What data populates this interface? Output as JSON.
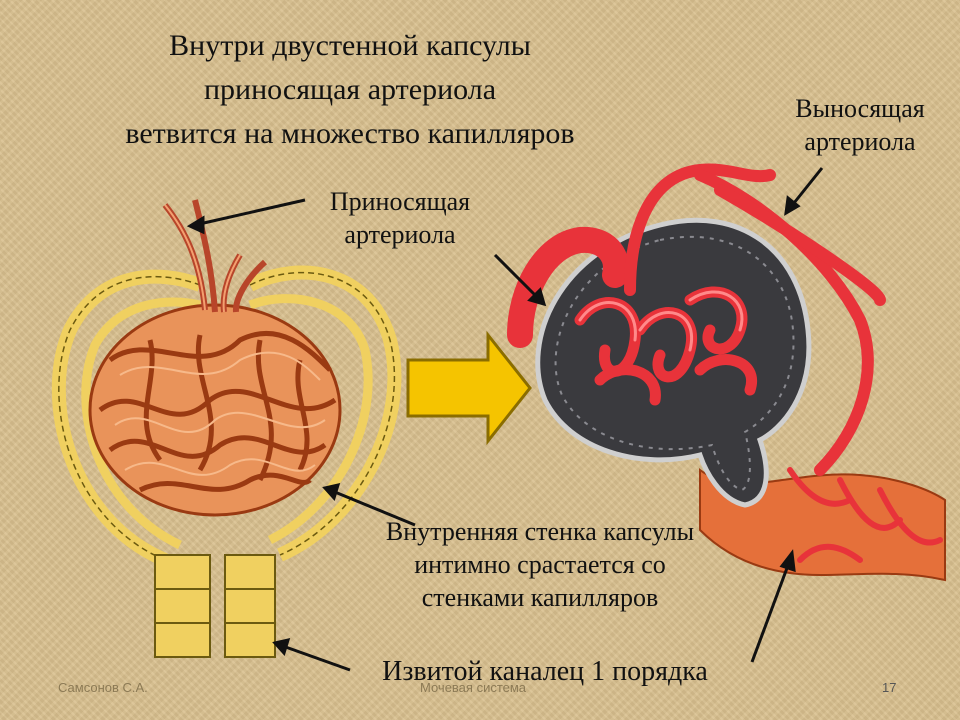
{
  "title": {
    "line1": "Внутри двустенной капсулы",
    "line2": "приносящая артериола",
    "line3": "ветвится на множество капилляров"
  },
  "labels": {
    "efferent_line1": "Выносящая",
    "efferent_line2": "артериола",
    "afferent_line1": "Приносящая",
    "afferent_line2": "артериола",
    "inner_line1": "Внутренняя стенка капсулы",
    "inner_line2": "интимно срастается со",
    "inner_line3": "стенками капилляров",
    "tubule": "Извитой каналец 1 порядка"
  },
  "footer": {
    "author": "Самсонов С.А.",
    "topic": "Мочевая система",
    "page": "17"
  },
  "colors": {
    "capillary": "#e07a3c",
    "capillary_dark": "#9a3a12",
    "capsule": "#f0d060",
    "capsule_outline": "#6b5a10",
    "arrow_fill": "#f5c400",
    "arrow_stroke": "#8a6d00",
    "vessel_red": "#e8333a",
    "capsule_gray": "#3a3a3e"
  }
}
